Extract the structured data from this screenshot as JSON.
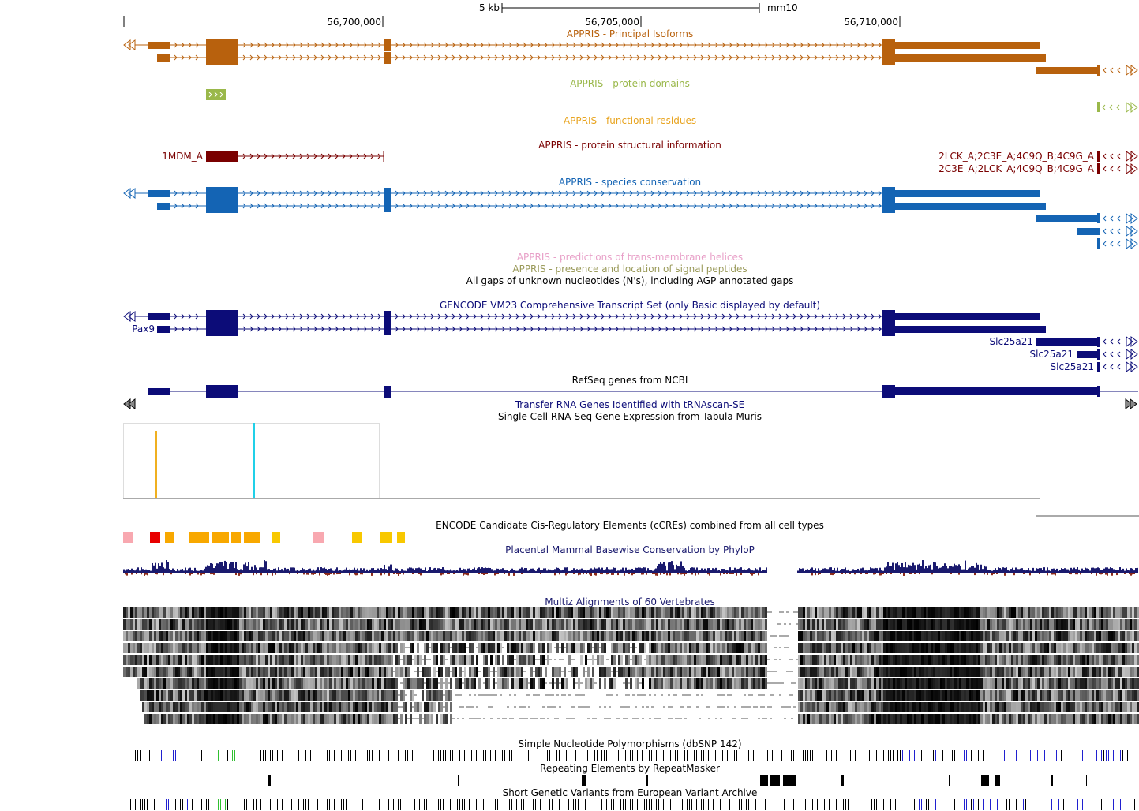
{
  "ruler": {
    "scale_label": "5 kb",
    "assembly": "mm10",
    "positions": [
      "56,700,000",
      "56,705,000",
      "56,710,000"
    ]
  },
  "tracks": {
    "appris_principal": "APPRIS - Principal Isoforms",
    "appris_domains": "APPRIS - protein domains",
    "appris_residues": "APPRIS - functional residues",
    "appris_structural": "APPRIS - protein structural information",
    "appris_conservation": "APPRIS - species conservation",
    "appris_tm": "APPRIS - predictions of trans-membrane helices",
    "appris_signal": "APPRIS - presence and location of signal peptides",
    "gaps": "All gaps of unknown nucleotides (N's), including AGP annotated gaps",
    "gencode": "GENCODE VM23 Comprehensive Transcript Set (only Basic displayed by default)",
    "refseq": "RefSeq genes from NCBI",
    "trna": "Transfer RNA Genes Identified with tRNAscan-SE",
    "tabula_muris": "Single Cell RNA-Seq Gene Expression from Tabula Muris",
    "encode_ccre": "ENCODE Candidate Cis-Regulatory Elements (cCREs) combined from all cell types",
    "phylop": "Placental Mammal Basewise Conservation by PhyloP",
    "multiz": "Multiz Alignments of 60 Vertebrates",
    "dbsnp": "Simple Nucleotide Polymorphisms (dbSNP 142)",
    "repeatmasker": "Repeating Elements by RepeatMasker",
    "eva": "Short Genetic Variants from European Variant Archive"
  },
  "item_labels": {
    "struct_left": "1MDM_A",
    "struct_right_1": "2LCK_A;2C3E_A;4C9Q_B;4C9G_A",
    "struct_right_2": "2C3E_A;2LCK_A;4C9Q_B;4C9G_A",
    "pax9": "Pax9",
    "slc_1": "Slc25a21",
    "slc_2": "Slc25a21",
    "slc_3": "Slc25a21"
  },
  "colors": {
    "appris_principal": "#b8610d",
    "appris_domains": "#9ab84a",
    "appris_residues": "#e8a420",
    "appris_structural": "#7a0000",
    "appris_conservation": "#1464b4",
    "appris_tm": "#e8a0c8",
    "appris_signal": "#9a9a5a",
    "gencode": "#0c0c78",
    "black": "#000000",
    "phylop": "#1a1a6e",
    "phylop_neg": "#8b2a1a",
    "tabula_orange": "#f0b020",
    "tabula_cyan": "#20d0e8"
  }
}
